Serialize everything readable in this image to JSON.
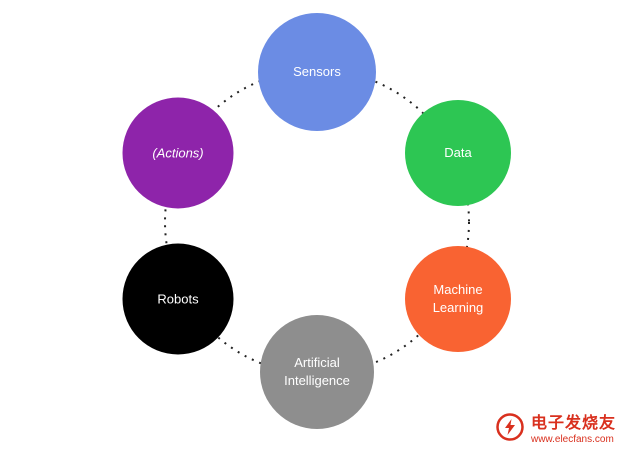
{
  "diagram": {
    "nodes": [
      {
        "id": "sensors",
        "label": "Sensors",
        "color": "#6b8ce4"
      },
      {
        "id": "data",
        "label": "Data",
        "color": "#2dc653"
      },
      {
        "id": "ml",
        "label": "Machine Learning",
        "color": "#f96332"
      },
      {
        "id": "ai",
        "label": "Artificial Intelligence",
        "color": "#8e8e8e"
      },
      {
        "id": "robots",
        "label": "Robots",
        "color": "#000000"
      },
      {
        "id": "actions",
        "label": "(Actions)",
        "color": "#8e24aa"
      }
    ],
    "ring_color": "#222222"
  },
  "watermark": {
    "brand": "电子发烧友",
    "url": "www.elecfans.com",
    "color": "#d9301e"
  }
}
